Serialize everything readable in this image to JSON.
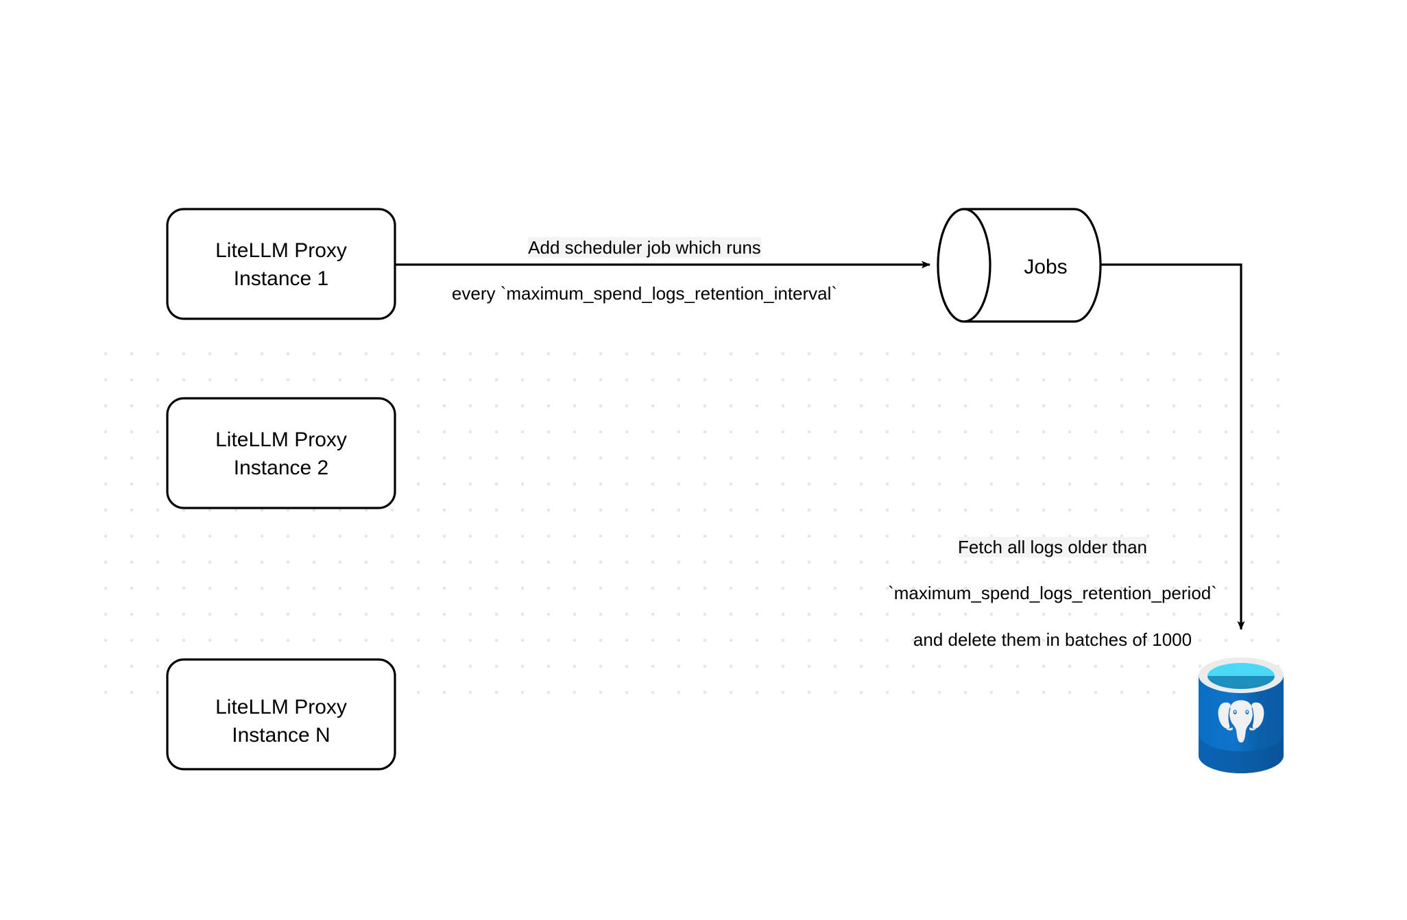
{
  "diagram": {
    "title": "LiteLLM spend logs retention scheduler flow",
    "background_color": "#ffffff",
    "grid_dot_color": "#e7e7e9",
    "stroke_color": "#000000"
  },
  "nodes": {
    "proxy_1": {
      "label": "LiteLLM Proxy\nInstance 1",
      "shape": "rounded-rectangle"
    },
    "proxy_2": {
      "label": "LiteLLM Proxy\nInstance 2",
      "shape": "rounded-rectangle"
    },
    "proxy_n": {
      "label": "LiteLLM Proxy\nInstance N",
      "shape": "rounded-rectangle"
    },
    "jobs": {
      "label": "Jobs",
      "shape": "cylinder-horizontal"
    },
    "database": {
      "label": "",
      "icon": "postgresql-database-icon",
      "colors": {
        "body": "#0c6fc4",
        "body_dark": "#0a5ca8",
        "rim": "#ebebeb",
        "top_ring": "#4ad9f5",
        "top_inner": "#1c8fbd",
        "elephant": "#f2f2f2"
      }
    }
  },
  "edges": {
    "scheduler": {
      "label_line_1": "Add scheduler job which runs",
      "label_line_2": "every `maximum_spend_logs_retention_interval`",
      "from": "proxy_1",
      "to": "jobs",
      "arrow": "right"
    },
    "cleanup": {
      "label_line_1": "Fetch all logs older than",
      "label_line_2": "`maximum_spend_logs_retention_period`",
      "label_line_3": "and delete them in batches of 1000",
      "from": "jobs",
      "to": "database",
      "arrow": "down"
    }
  }
}
